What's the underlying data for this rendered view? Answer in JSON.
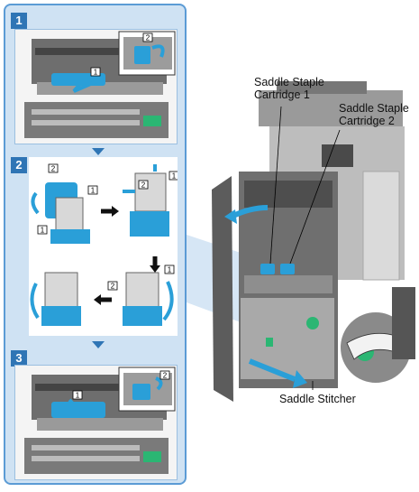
{
  "steps": [
    {
      "number": "1",
      "tags": [
        "1",
        "2"
      ]
    },
    {
      "number": "2",
      "tags": [
        "2",
        "1",
        "1",
        "2",
        "1",
        "1",
        "2"
      ]
    },
    {
      "number": "3",
      "tags": [
        "1",
        "2"
      ]
    }
  ],
  "labels": {
    "saddle_staple_cartridge_1_line1": "Saddle Staple",
    "saddle_staple_cartridge_1_line2": "Cartridge 1",
    "saddle_staple_cartridge_2_line1": "Saddle Staple",
    "saddle_staple_cartridge_2_line2": "Cartridge 2",
    "saddle_stitcher": "Saddle Stitcher"
  },
  "colors": {
    "accent": "#2f75b5",
    "frame": "#5b9bd5",
    "frame_fill": "#cfe2f3",
    "cartridge": "#2a9fd8",
    "machine_gray": "#8a8a8a",
    "green": "#2bb673"
  }
}
